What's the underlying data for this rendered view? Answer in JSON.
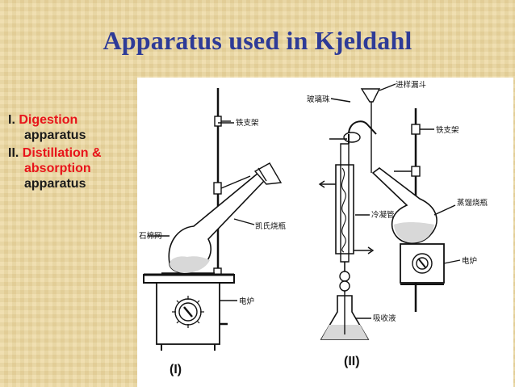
{
  "slide": {
    "title": "Apparatus used in Kjeldahl"
  },
  "legend": {
    "item1": {
      "numeral": "I.",
      "name": "Digestion",
      "suffix": "apparatus"
    },
    "item2": {
      "numeral": "II.",
      "name_line1": "Distillation &",
      "name_line2": "absorption",
      "suffix": "apparatus"
    }
  },
  "figure": {
    "label_1": "(I)",
    "label_2": "(II)",
    "apparatus_1": {
      "iron_stand": "铁支架",
      "asbestos_net": "石棉网",
      "kjeldahl_flask": "凯氏烧瓶",
      "electric_stove": "电炉"
    },
    "apparatus_2": {
      "sample_funnel": "进样漏斗",
      "glass_bead": "玻璃珠",
      "iron_stand": "铁支架",
      "distilling_flask": "蒸馏烧瓶",
      "condenser": "冷凝管",
      "electric_stove": "电炉",
      "absorbent": "吸收液"
    }
  },
  "colors": {
    "title": "#2e3b97",
    "accent": "#e8141a",
    "background": "#ecd79e"
  }
}
